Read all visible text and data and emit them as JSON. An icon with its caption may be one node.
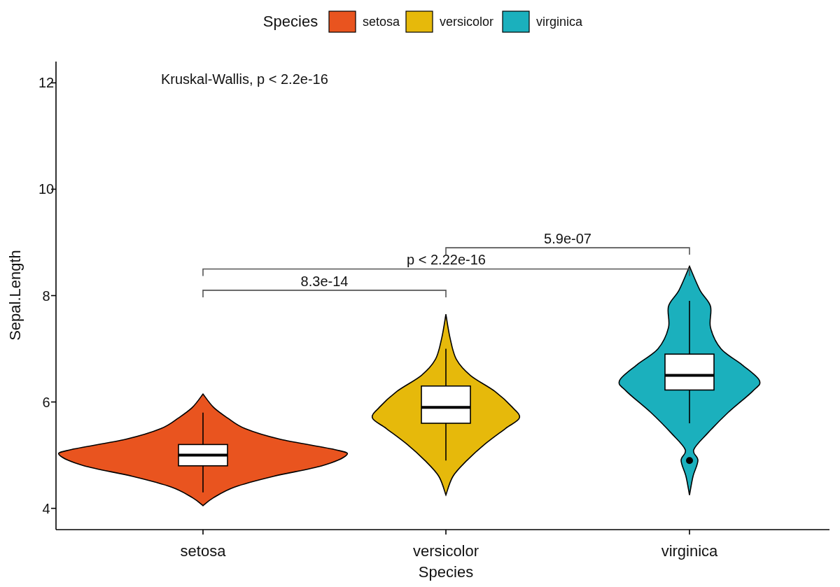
{
  "diagram": {
    "labels": [
      "Species"
    ],
    "legend": [
      {
        "text": "setosa",
        "color": "#e9541f"
      },
      {
        "text": "versicolor",
        "color": "#e6b90b"
      },
      {
        "text": "virginica",
        "color": "#1bb0bd"
      }
    ],
    "chart_data": {
      "type": "box",
      "xlabel": "Species",
      "ylabel": "Sepal.Length",
      "categories": [
        "setosa",
        "versicolor",
        "virginica"
      ],
      "ylim": [
        3.6,
        12.4
      ],
      "yticks": [
        4,
        6,
        8,
        10,
        12
      ],
      "annotations": [
        "Kruskal-Wallis, p < 2.2e-16",
        "5.9e-07",
        "p < 2.22e-16",
        "8.3e-14"
      ]
    }
  }
}
